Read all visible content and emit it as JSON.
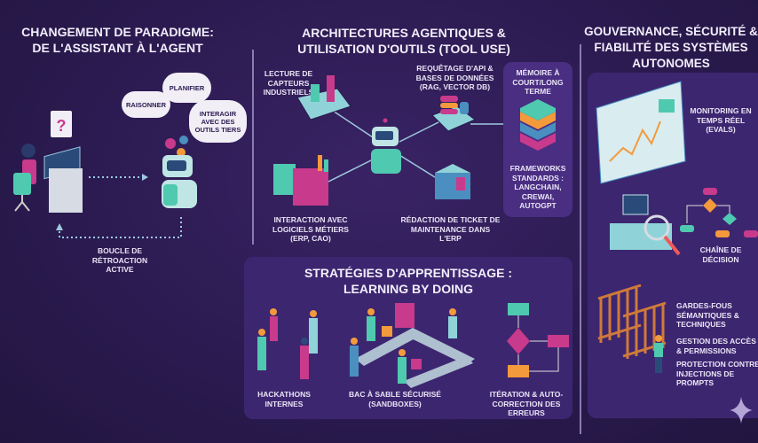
{
  "column1": {
    "title_line1": "CHANGEMENT DE PARADIGME:",
    "title_line2": "DE L'ASSISTANT À L'AGENT",
    "clouds": [
      "RAISONNER",
      "PLANIFIER",
      "INTERAGIR AVEC DES OUTILS TIERS"
    ],
    "feedback_loop": "BOUCLE DE RÉTROACTION ACTIVE"
  },
  "column2": {
    "title_line1": "ARCHITECTURES AGENTIQUES &",
    "title_line2": "UTILISATION D'OUTILS (TOOL USE)",
    "tools": {
      "sensors": "LECTURE DE CAPTEURS INDUSTRIELS",
      "api": "REQUÊTAGE D'API & BASES DE DONNÉES (RAG, VECTOR DB)",
      "erp": "INTERACTION AVEC LOGICIELS MÉTIERS (ERP, CAO)",
      "ticket": "RÉDACTION DE TICKET DE MAINTENANCE DANS L'ERP"
    },
    "memory": {
      "title": "MÉMOIRE À COURT/LONG TERME",
      "frameworks": "FRAMEWORKS STANDARDS : LANGCHAIN, CREWAI, AUTOGPT"
    }
  },
  "learning": {
    "title_line1": "STRATÉGIES D'APPRENTISSAGE :",
    "title_line2": "LEARNING BY DOING",
    "items": [
      "HACKATHONS INTERNES",
      "BAC À SABLE SÉCURISÉ (SANDBOXES)",
      "ITÉRATION & AUTO-CORRECTION DES ERREURS"
    ]
  },
  "governance": {
    "title": "GOUVERNANCE, SÉCURITÉ & FIABILITÉ DES SYSTÈMES AUTONOMES",
    "monitoring": "MONITORING EN TEMPS RÉEL (EVALS)",
    "decision": "CHAÎNE DE DÉCISION",
    "guardrails": "GARDES-FOUS SÉMANTIQUES & TECHNIQUES",
    "access": "GESTION DES ACCÈS & PERMISSIONS",
    "injection": "PROTECTION CONTRE INJECTIONS DE PROMPTS"
  },
  "colors": {
    "bg": "#2a1a4f",
    "panel": "#3d2670",
    "teal": "#4fc9b0",
    "pink": "#c83a8c",
    "orange": "#f39a3c",
    "blue": "#4a8fc0"
  }
}
